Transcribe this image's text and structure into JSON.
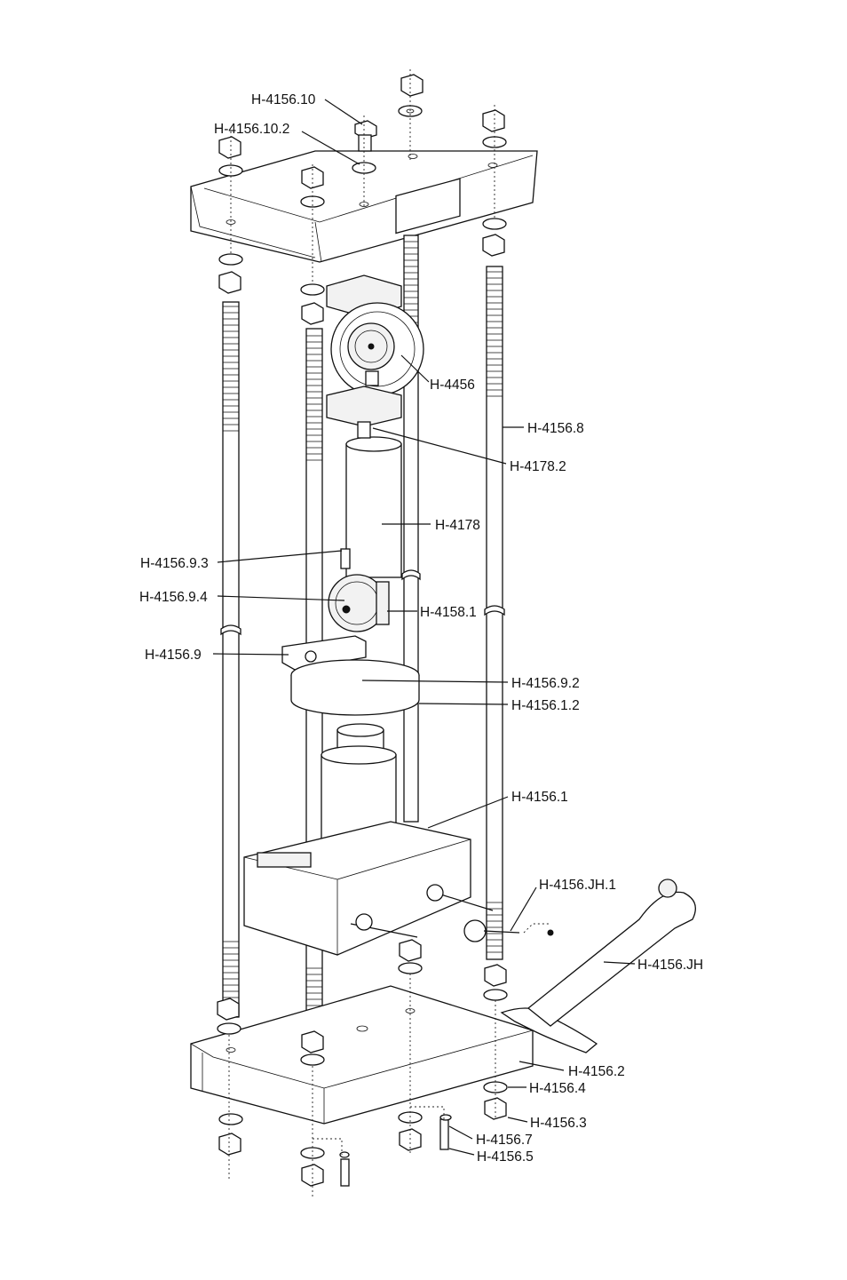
{
  "callouts": [
    {
      "id": "h4156-10",
      "text": "H-4156.10"
    },
    {
      "id": "h4156-10-2",
      "text": "H-4156.10.2"
    },
    {
      "id": "h4456",
      "text": "H-4456"
    },
    {
      "id": "h4156-8",
      "text": "H-4156.8"
    },
    {
      "id": "h4178-2",
      "text": "H-4178.2"
    },
    {
      "id": "h4178",
      "text": "H-4178"
    },
    {
      "id": "h4156-9-3",
      "text": "H-4156.9.3"
    },
    {
      "id": "h4156-9-4",
      "text": "H-4156.9.4"
    },
    {
      "id": "h4158-1",
      "text": "H-4158.1"
    },
    {
      "id": "h4156-9",
      "text": "H-4156.9"
    },
    {
      "id": "h4156-9-2",
      "text": "H-4156.9.2"
    },
    {
      "id": "h4156-1-2",
      "text": "H-4156.1.2"
    },
    {
      "id": "h4156-1",
      "text": "H-4156.1"
    },
    {
      "id": "h4156-jh-1",
      "text": "H-4156.JH.1"
    },
    {
      "id": "h4156-jh",
      "text": "H-4156.JH"
    },
    {
      "id": "h4156-2",
      "text": "H-4156.2"
    },
    {
      "id": "h4156-4",
      "text": "H-4156.4"
    },
    {
      "id": "h4156-3",
      "text": "H-4156.3"
    },
    {
      "id": "h4156-7",
      "text": "H-4156.7"
    },
    {
      "id": "h4156-5",
      "text": "H-4156.5"
    }
  ]
}
